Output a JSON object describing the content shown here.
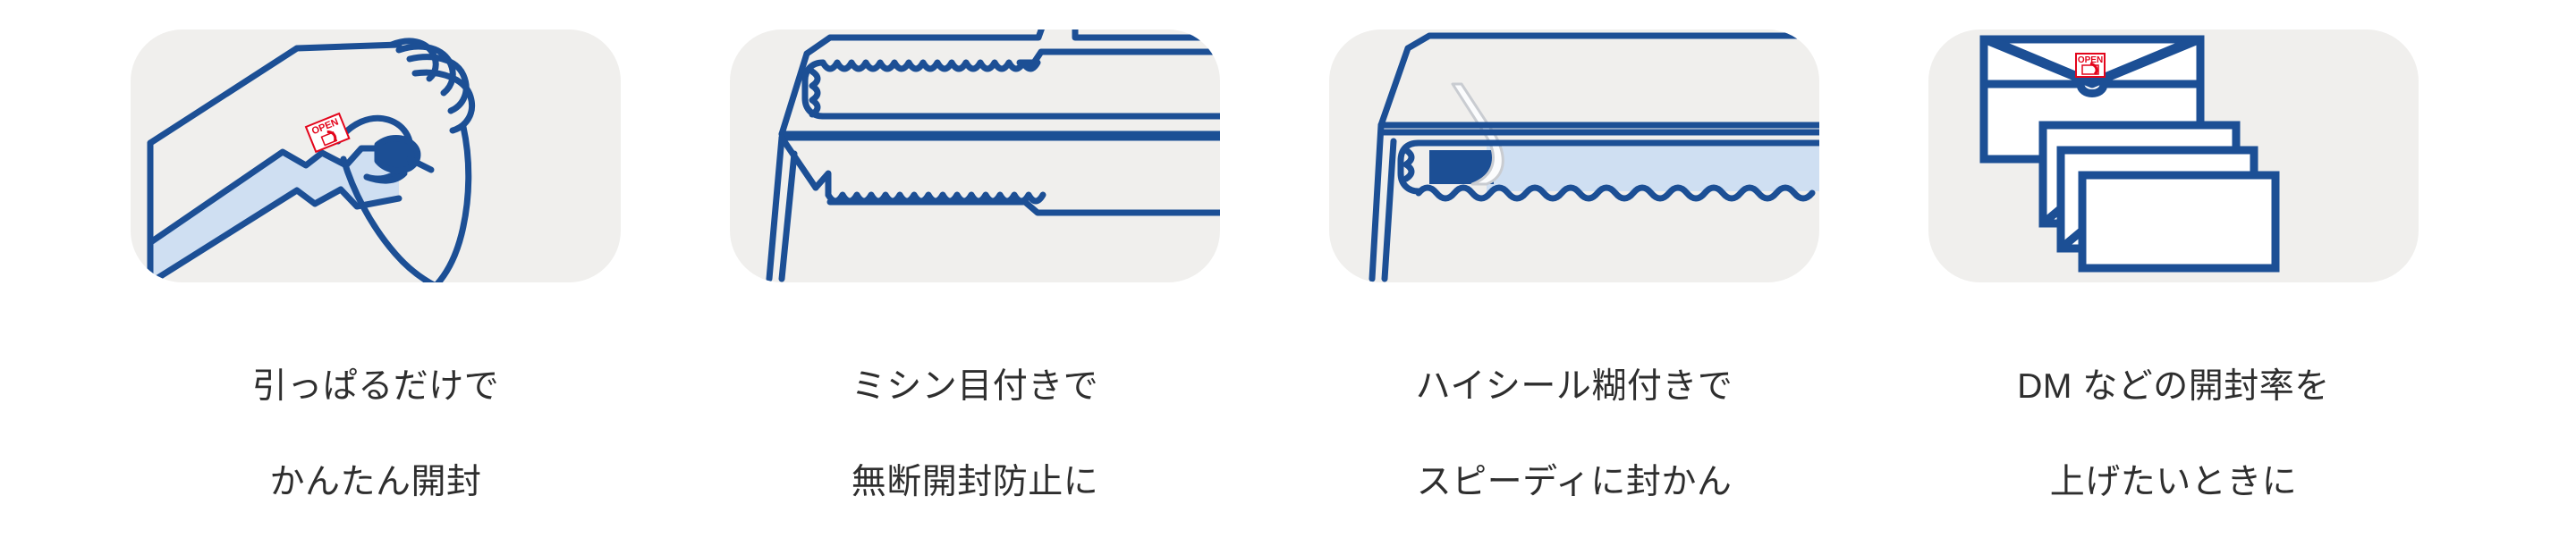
{
  "colors": {
    "panel_background": "#f0efed",
    "line_blue": "#1c4f95",
    "fill_light_blue": "#cfdff2",
    "accent_red": "#e3051b",
    "caption_text": "#2e2e2e",
    "page_background": "#ffffff",
    "paper_white": "#ffffff"
  },
  "features": [
    {
      "id": "tear-open",
      "illustration_name": "hand-pulling-tear-strip-illustration",
      "open_tab_label": "OPEN",
      "caption_line1": "引っぱるだけで",
      "caption_line2": "かんたん開封"
    },
    {
      "id": "perforation",
      "illustration_name": "envelope-perforation-illustration",
      "open_tab_label": "",
      "caption_line1": "ミシン目付きで",
      "caption_line2": "無断開封防止に"
    },
    {
      "id": "hi-seal-glue",
      "illustration_name": "envelope-peel-adhesive-illustration",
      "open_tab_label": "",
      "caption_line1": "ハイシール糊付きで",
      "caption_line2": "スピーディに封かん"
    },
    {
      "id": "dm-open-rate",
      "illustration_name": "stacked-envelopes-illustration",
      "open_tab_label": "OPEN",
      "caption_line1": "DM などの開封率を",
      "caption_line2": "上げたいときに"
    }
  ]
}
